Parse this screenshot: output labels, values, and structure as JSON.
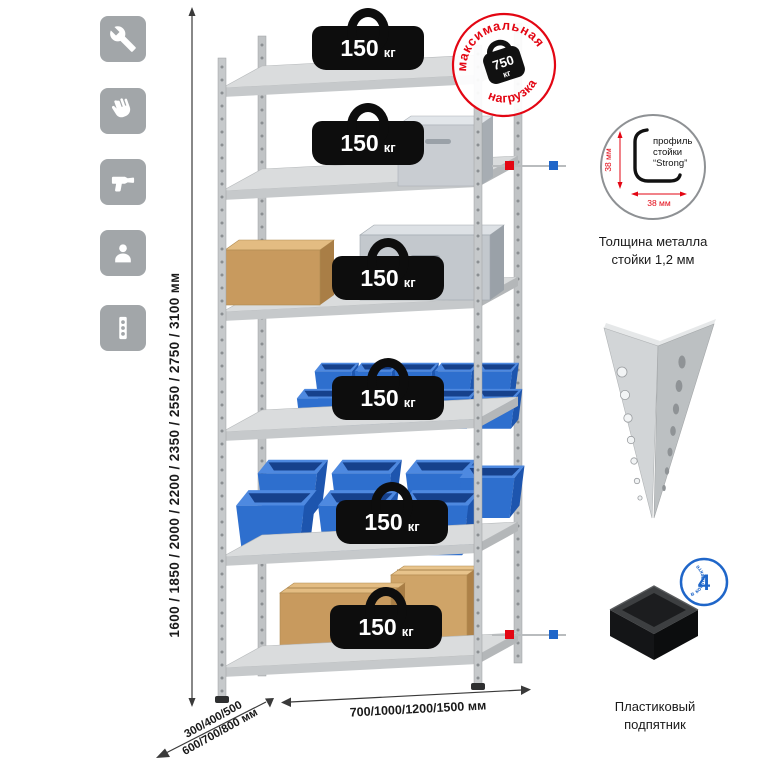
{
  "colors": {
    "accent_red": "#e30613",
    "accent_blue": "#1f66c9",
    "bin_blue": "#2e6fce",
    "metal_gray": "#c6c9cb",
    "badge_black": "#0d0d0d"
  },
  "features": {
    "icons": [
      "wrench-icon",
      "glove-icon",
      "drill-icon",
      "person-icon",
      "upright-icon"
    ]
  },
  "dimensions": {
    "height": "1600 / 1850 / 2000 / 2200 / 2350 / 2550 / 2750 / 3100 мм",
    "depth_line1": "300/400/500",
    "depth_line2": "600/700/800 мм",
    "width": "700/1000/1200/1500 мм"
  },
  "shelf_badge": {
    "value": "150",
    "unit": "кг"
  },
  "stamp": {
    "arc_top": "максимальная",
    "arc_bottom": "нагрузка",
    "value": "750",
    "unit": "кг"
  },
  "profile": {
    "label_line1": "профиль",
    "label_line2": "стойки",
    "label_line3": "“Strong”",
    "dim_vertical": "38 мм",
    "dim_horizontal": "38 мм",
    "caption_line1": "Толщина металла",
    "caption_line2": "стойки 1,2 мм"
  },
  "foot": {
    "badge_count": "4",
    "badge_text": "в комплекте",
    "caption_line1": "Пластиковый",
    "caption_line2": "подпятник"
  }
}
